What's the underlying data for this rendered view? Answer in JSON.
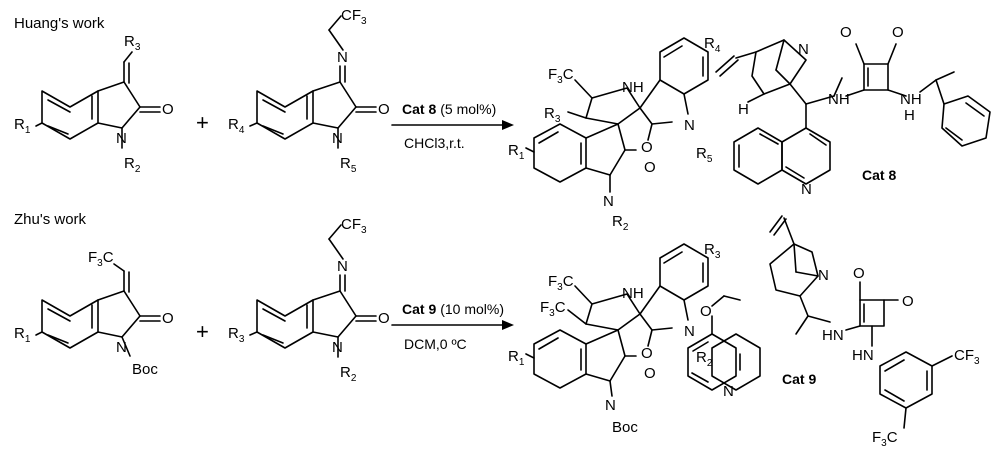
{
  "huang": {
    "heading": "Huang's work",
    "catalyst_label": "Cat 8",
    "catalyst_loading": "(5  mol%)",
    "conditions": "CHCl3,r.t.",
    "cat_name": "Cat 8"
  },
  "zhu": {
    "heading": "Zhu's work",
    "catalyst_label": "Cat 9",
    "catalyst_loading": "(10  mol%)",
    "conditions": "DCM,0 ºC",
    "cat_name": "Cat 9"
  },
  "atoms": {
    "R": "R",
    "s1": "1",
    "s2": "2",
    "s3": "3",
    "s4": "4",
    "s5": "5",
    "O": "O",
    "N": "N",
    "NH": "NH",
    "H": "H",
    "HN": "HN",
    "CF": "CF",
    "F3C": "F",
    "Boc": "Boc",
    "plus": "+"
  }
}
